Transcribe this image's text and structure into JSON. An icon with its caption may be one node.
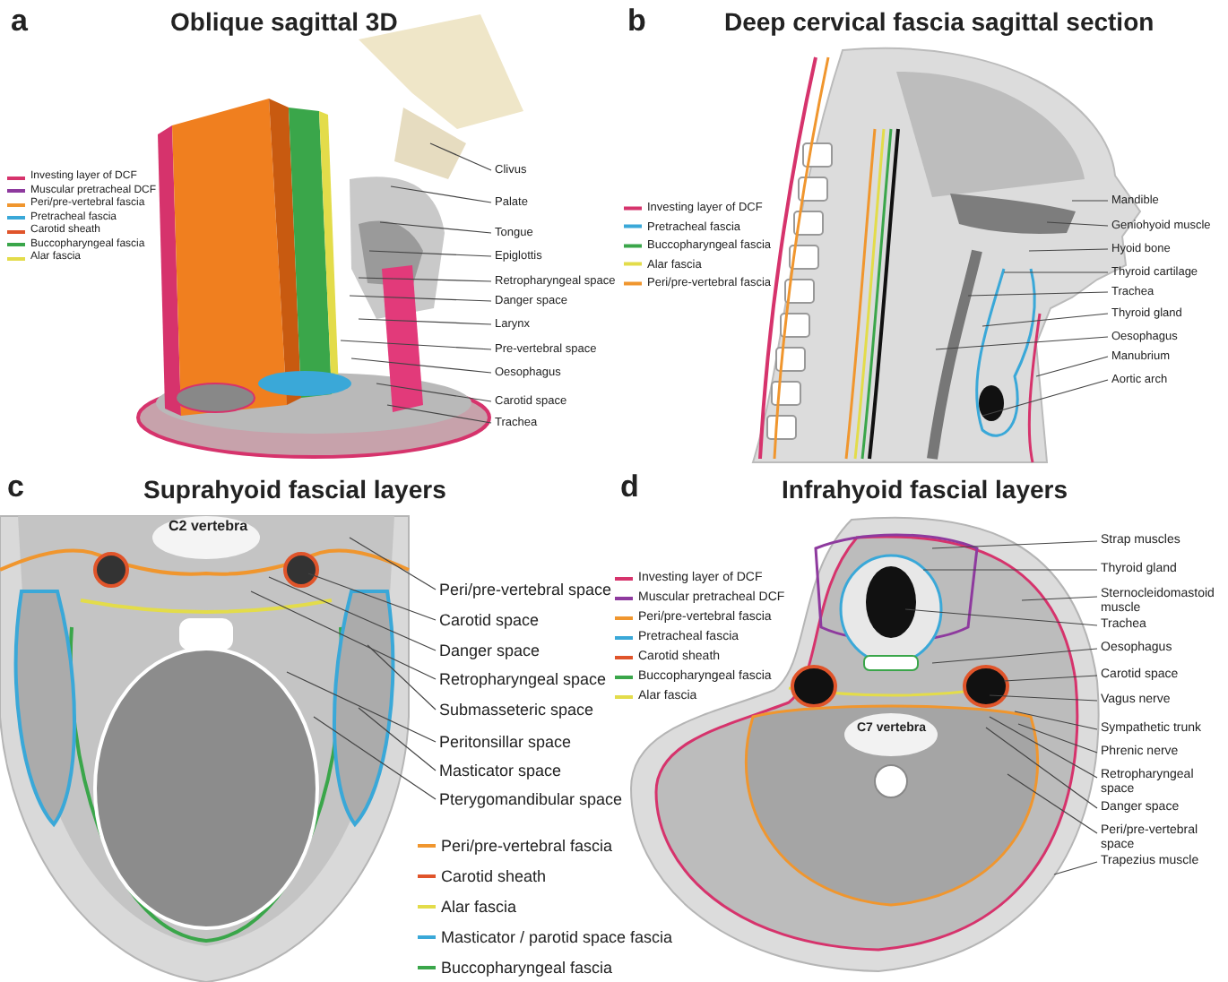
{
  "diagram": {
    "nodes": [
      {
        "text": [
          "Clivus"
        ]
      },
      {
        "text": [
          "Palate"
        ]
      },
      {
        "text": [
          "Tongue"
        ]
      },
      {
        "text": [
          "Epiglottis"
        ]
      },
      {
        "text": [
          "Retropharyngeal space"
        ]
      },
      {
        "text": [
          "Danger space"
        ]
      },
      {
        "text": [
          "Larynx"
        ]
      },
      {
        "text": [
          "Pre-vertebral space"
        ]
      },
      {
        "text": [
          "Oesophagus"
        ]
      },
      {
        "text": [
          "Carotid space"
        ]
      },
      {
        "text": [
          "Trachea"
        ]
      },
      {
        "text": [
          "Mandible"
        ]
      },
      {
        "text": [
          "Geniohyoid muscle"
        ]
      },
      {
        "text": [
          "Hyoid bone"
        ]
      },
      {
        "text": [
          "Thyroid cartilage"
        ]
      },
      {
        "text": [
          "Trachea"
        ]
      },
      {
        "text": [
          "Thyroid gland"
        ]
      },
      {
        "text": [
          "Oesophagus"
        ]
      },
      {
        "text": [
          "Manubrium"
        ]
      },
      {
        "text": [
          "Aortic arch"
        ]
      },
      {
        "text": [
          "Peri/pre-vertebral space"
        ]
      },
      {
        "text": [
          "Carotid space"
        ]
      },
      {
        "text": [
          "Danger space"
        ]
      },
      {
        "text": [
          "Retropharyngeal space"
        ]
      },
      {
        "text": [
          "Submasseteric space"
        ]
      },
      {
        "text": [
          "Peritonsillar space"
        ]
      },
      {
        "text": [
          "Masticator space"
        ]
      },
      {
        "text": [
          "Pterygomandibular space"
        ]
      },
      {
        "text": [
          "Strap muscles"
        ]
      },
      {
        "text": [
          "Thyroid gland"
        ]
      },
      {
        "text": [
          "Sternocleidomastoid muscle"
        ]
      },
      {
        "text": [
          "Trachea"
        ]
      },
      {
        "text": [
          "Oesophagus"
        ]
      },
      {
        "text": [
          "Carotid space"
        ]
      },
      {
        "text": [
          "Vagus nerve"
        ]
      },
      {
        "text": [
          "Sympathetic trunk"
        ]
      },
      {
        "text": [
          "Phrenic nerve"
        ]
      },
      {
        "text": [
          "Retropharyngeal space"
        ]
      },
      {
        "text": [
          "Danger space"
        ]
      },
      {
        "text": [
          "Peri/pre-vertebral space"
        ]
      },
      {
        "text": [
          "Trapezius muscle"
        ]
      }
    ],
    "edges": [
      {
        "from": 0,
        "to": null,
        "arrow": "none"
      },
      {
        "from": 1,
        "to": null,
        "arrow": "none"
      },
      {
        "from": 2,
        "to": null,
        "arrow": "none"
      },
      {
        "from": 3,
        "to": null,
        "arrow": "none"
      },
      {
        "from": 4,
        "to": null,
        "arrow": "none"
      },
      {
        "from": 5,
        "to": null,
        "arrow": "none"
      },
      {
        "from": 6,
        "to": null,
        "arrow": "none"
      },
      {
        "from": 7,
        "to": null,
        "arrow": "none"
      },
      {
        "from": 8,
        "to": null,
        "arrow": "none"
      },
      {
        "from": 9,
        "to": null,
        "arrow": "none"
      },
      {
        "from": 10,
        "to": null,
        "arrow": "none"
      },
      {
        "from": 11,
        "to": null,
        "arrow": "none"
      },
      {
        "from": 12,
        "to": null,
        "arrow": "none"
      },
      {
        "from": 13,
        "to": null,
        "arrow": "none"
      },
      {
        "from": 14,
        "to": null,
        "arrow": "none"
      },
      {
        "from": 15,
        "to": null,
        "arrow": "none"
      },
      {
        "from": 16,
        "to": null,
        "arrow": "none"
      },
      {
        "from": 17,
        "to": null,
        "arrow": "none"
      },
      {
        "from": 18,
        "to": null,
        "arrow": "none"
      },
      {
        "from": 19,
        "to": null,
        "arrow": "none"
      },
      {
        "from": 20,
        "to": null,
        "arrow": "none"
      },
      {
        "from": 21,
        "to": null,
        "arrow": "none"
      },
      {
        "from": 22,
        "to": null,
        "arrow": "none"
      },
      {
        "from": 23,
        "to": null,
        "arrow": "none"
      },
      {
        "from": 24,
        "to": null,
        "arrow": "none"
      },
      {
        "from": 25,
        "to": null,
        "arrow": "none"
      },
      {
        "from": 26,
        "to": null,
        "arrow": "none"
      },
      {
        "from": 27,
        "to": null,
        "arrow": "none"
      },
      {
        "from": 28,
        "to": null,
        "arrow": "none"
      },
      {
        "from": 29,
        "to": null,
        "arrow": "none"
      },
      {
        "from": 30,
        "to": null,
        "arrow": "none"
      },
      {
        "from": 31,
        "to": null,
        "arrow": "none"
      },
      {
        "from": 32,
        "to": null,
        "arrow": "none"
      },
      {
        "from": 33,
        "to": null,
        "arrow": "none"
      },
      {
        "from": 34,
        "to": null,
        "arrow": "none"
      },
      {
        "from": 35,
        "to": null,
        "arrow": "none"
      },
      {
        "from": 36,
        "to": null,
        "arrow": "none"
      },
      {
        "from": 37,
        "to": null,
        "arrow": "none"
      },
      {
        "from": 38,
        "to": null,
        "arrow": "none"
      },
      {
        "from": 39,
        "to": null,
        "arrow": "none"
      },
      {
        "from": 40,
        "to": null,
        "arrow": "none"
      }
    ],
    "labels": [
      "a",
      "Oblique sagittal 3D",
      "b",
      "Deep cervical fascia sagittal section",
      "c",
      "Suprahyoid fascial layers",
      "C2 vertebra",
      "d",
      "Infrahyoid fascial layers",
      "C7 vertebra"
    ],
    "legend": [
      {
        "text": "Investing layer of DCF",
        "color": "#d6336c"
      },
      {
        "text": "Muscular pretracheal DCF",
        "color": "#8e3a9e"
      },
      {
        "text": "Peri/pre-vertebral fascia",
        "color": "#f0962e"
      },
      {
        "text": "Pretracheal fascia",
        "color": "#3aa8d8"
      },
      {
        "text": "Carotid sheath",
        "color": "#e0542a"
      },
      {
        "text": "Buccopharyngeal fascia",
        "color": "#3aa64a"
      },
      {
        "text": "Alar fascia",
        "color": "#e3dc4a"
      },
      {
        "text": "Investing layer of DCF",
        "color": "#d6336c"
      },
      {
        "text": "Pretracheal fascia",
        "color": "#3aa8d8"
      },
      {
        "text": "Buccopharyngeal fascia",
        "color": "#3aa64a"
      },
      {
        "text": "Alar fascia",
        "color": "#e3dc4a"
      },
      {
        "text": "Peri/pre-vertebral fascia",
        "color": "#f0962e"
      },
      {
        "text": "Peri/pre-vertebral fascia",
        "color": "#f0962e"
      },
      {
        "text": "Carotid sheath",
        "color": "#e0542a"
      },
      {
        "text": "Alar fascia",
        "color": "#e3dc4a"
      },
      {
        "text": "Masticator / parotid space fascia",
        "color": "#3aa8d8"
      },
      {
        "text": "Buccopharyngeal fascia",
        "color": "#3aa64a"
      },
      {
        "text": "Investing layer of DCF",
        "color": "#d6336c"
      },
      {
        "text": "Muscular pretracheal DCF",
        "color": "#8e3a9e"
      },
      {
        "text": "Peri/pre-vertebral fascia",
        "color": "#f0962e"
      },
      {
        "text": "Pretracheal fascia",
        "color": "#3aa8d8"
      },
      {
        "text": "Carotid sheath",
        "color": "#e0542a"
      },
      {
        "text": "Buccopharyngeal fascia",
        "color": "#3aa64a"
      },
      {
        "text": "Alar fascia",
        "color": "#e3dc4a"
      }
    ]
  }
}
